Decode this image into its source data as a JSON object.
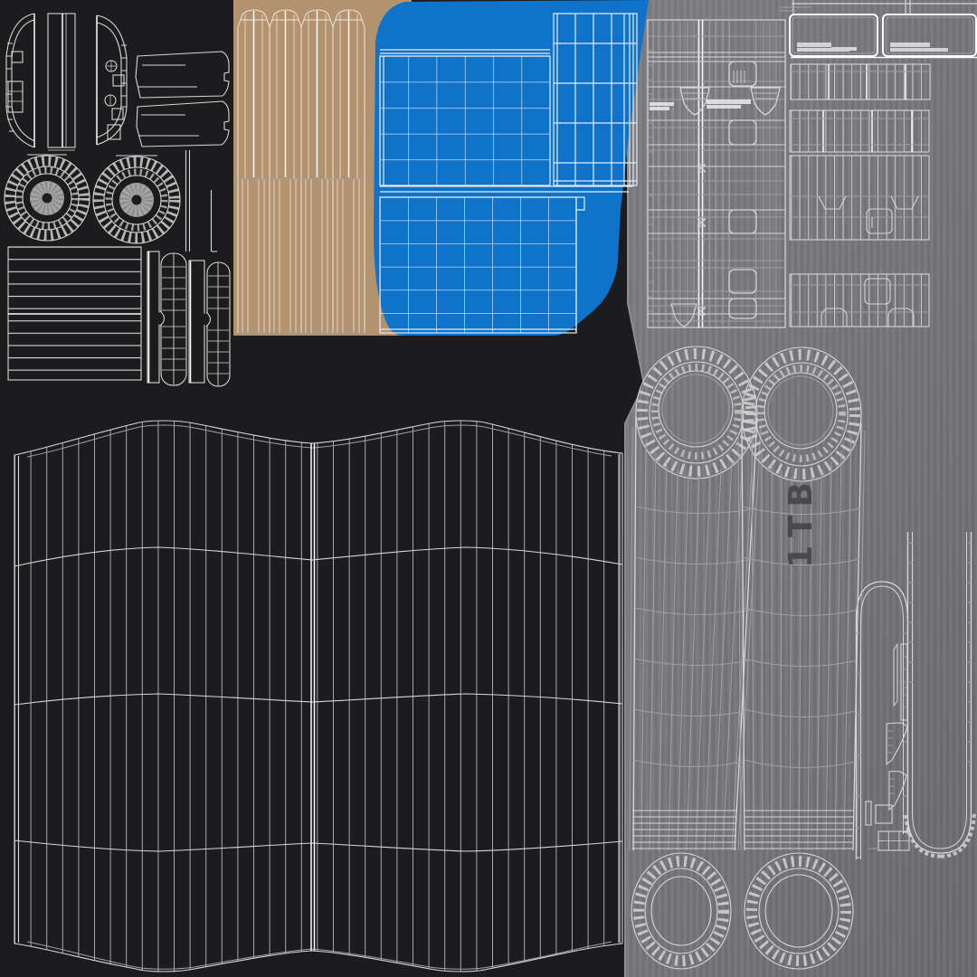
{
  "meta": {
    "description": "UV wireframe texture atlas of a 3D flash-drive style model",
    "kind": "uv-texture-wireframe"
  },
  "labels": {
    "capacity": "1TB"
  },
  "colors": {
    "background_dark": "#1c1c1e",
    "panel_gray": "#757579",
    "panel_gray_light": "#7e7e82",
    "panel_gray_dark": "#6b6b6f",
    "accent_blue": "#0f73ca",
    "accent_tan": "#b39270",
    "wire": "#d6d6d6",
    "wire_bright": "#fbfbfb",
    "wire_dim": "#9fa0a4",
    "wire_blue": "#e2ecf6",
    "wire_tan": "#efe7d7",
    "label_dark": "#46464a"
  },
  "regions": {
    "top_left_parts": [
      "shell-side-left",
      "shell-center-bar",
      "shell-side-right",
      "cap-blade-top",
      "cap-blade-bottom",
      "end-disc-left",
      "end-disc-right",
      "ribbed-plate",
      "pin-bar",
      "capsule-left",
      "spacer-bar",
      "capsule-right"
    ],
    "tan_block": [
      "grip-cylinder-1",
      "grip-cylinder-2",
      "grip-cylinder-3",
      "grip-cylinder-4"
    ],
    "blue_block": [
      "connector-grid-top",
      "connector-grid-side",
      "connector-grid-bottom"
    ],
    "gray_top_parts": [
      "body-panel-complex",
      "body-strip-1",
      "body-strip-2",
      "body-strip-3",
      "body-strip-4",
      "end-cap-left",
      "end-cap-right"
    ],
    "gray_bottom_parts": [
      "barrel-left",
      "barrel-right",
      "clip-hook",
      "clip-rail",
      "clip-ladder",
      "clip-chevrons",
      "clip-grid"
    ],
    "bottom_left": [
      "outer-shell-wavy-grid"
    ]
  }
}
